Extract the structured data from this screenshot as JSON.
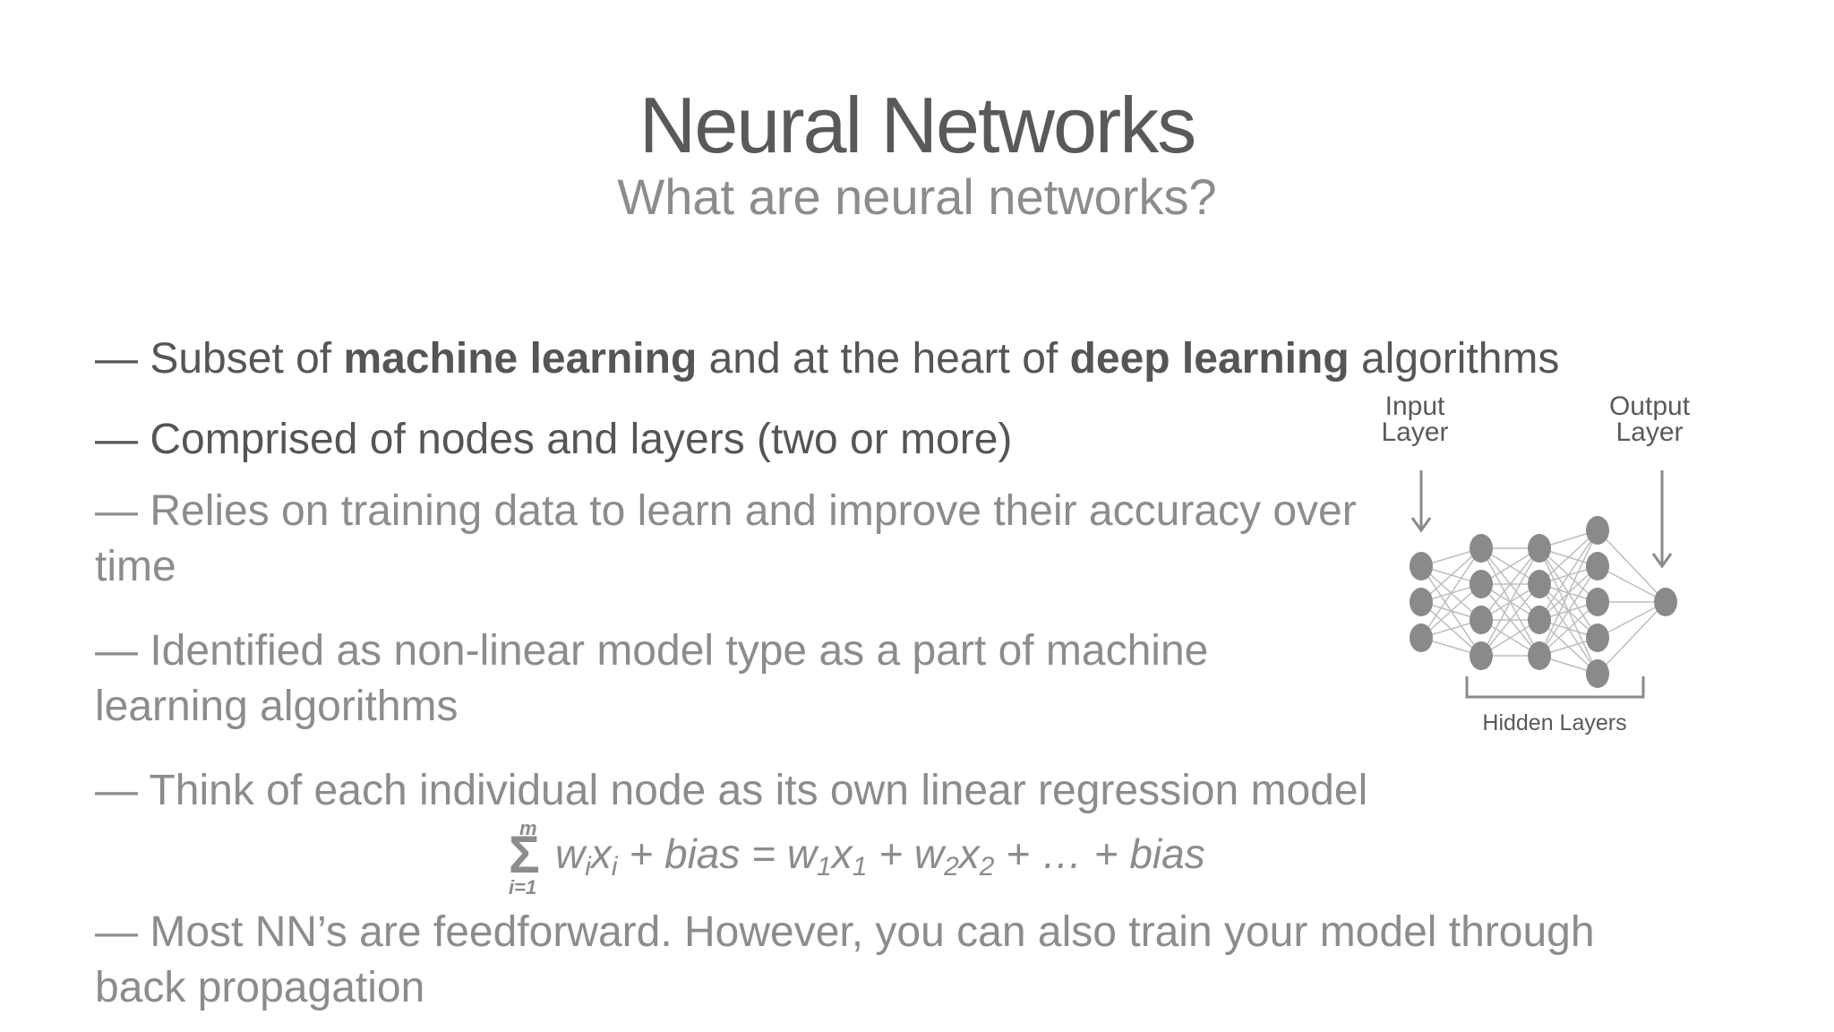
{
  "slide": {
    "title": "Neural Networks",
    "subtitle": "What are neural networks?"
  },
  "bullets": {
    "b1": {
      "prefix": "— Subset of ",
      "bold1": "machine learning",
      "middle": " and at the heart of ",
      "bold2": "deep learning",
      "suffix": " algorithms"
    },
    "b2": "— Comprised of nodes and layers (two or more)",
    "b3": "— Relies on training data to learn and improve their accuracy over time",
    "b4": "— Identified as non-linear model type as a part of machine learning algorithms",
    "b5": "— Think of each individual node as its own linear regression model",
    "b6": "— Most NN’s are feedforward. However, you can also train your model through back propagation"
  },
  "formula": {
    "sum_upper": "m",
    "sum_symbol": "Σ",
    "sum_lower": "i=1",
    "w": "w",
    "i": "i",
    "x": "x",
    "one": "1",
    "two": "2",
    "plus_bias_eq": " + bias = ",
    "plus": " + ",
    "ellipsis": " + … + bias"
  },
  "diagram": {
    "input_label_1": "Input",
    "input_label_2": "Layer",
    "output_label_1": "Output",
    "output_label_2": "Layer",
    "hidden_label": "Hidden Layers",
    "layers": [
      3,
      4,
      4,
      5,
      1
    ],
    "node_color": "#8a8a8a",
    "edge_color": "#bdbdbd"
  }
}
